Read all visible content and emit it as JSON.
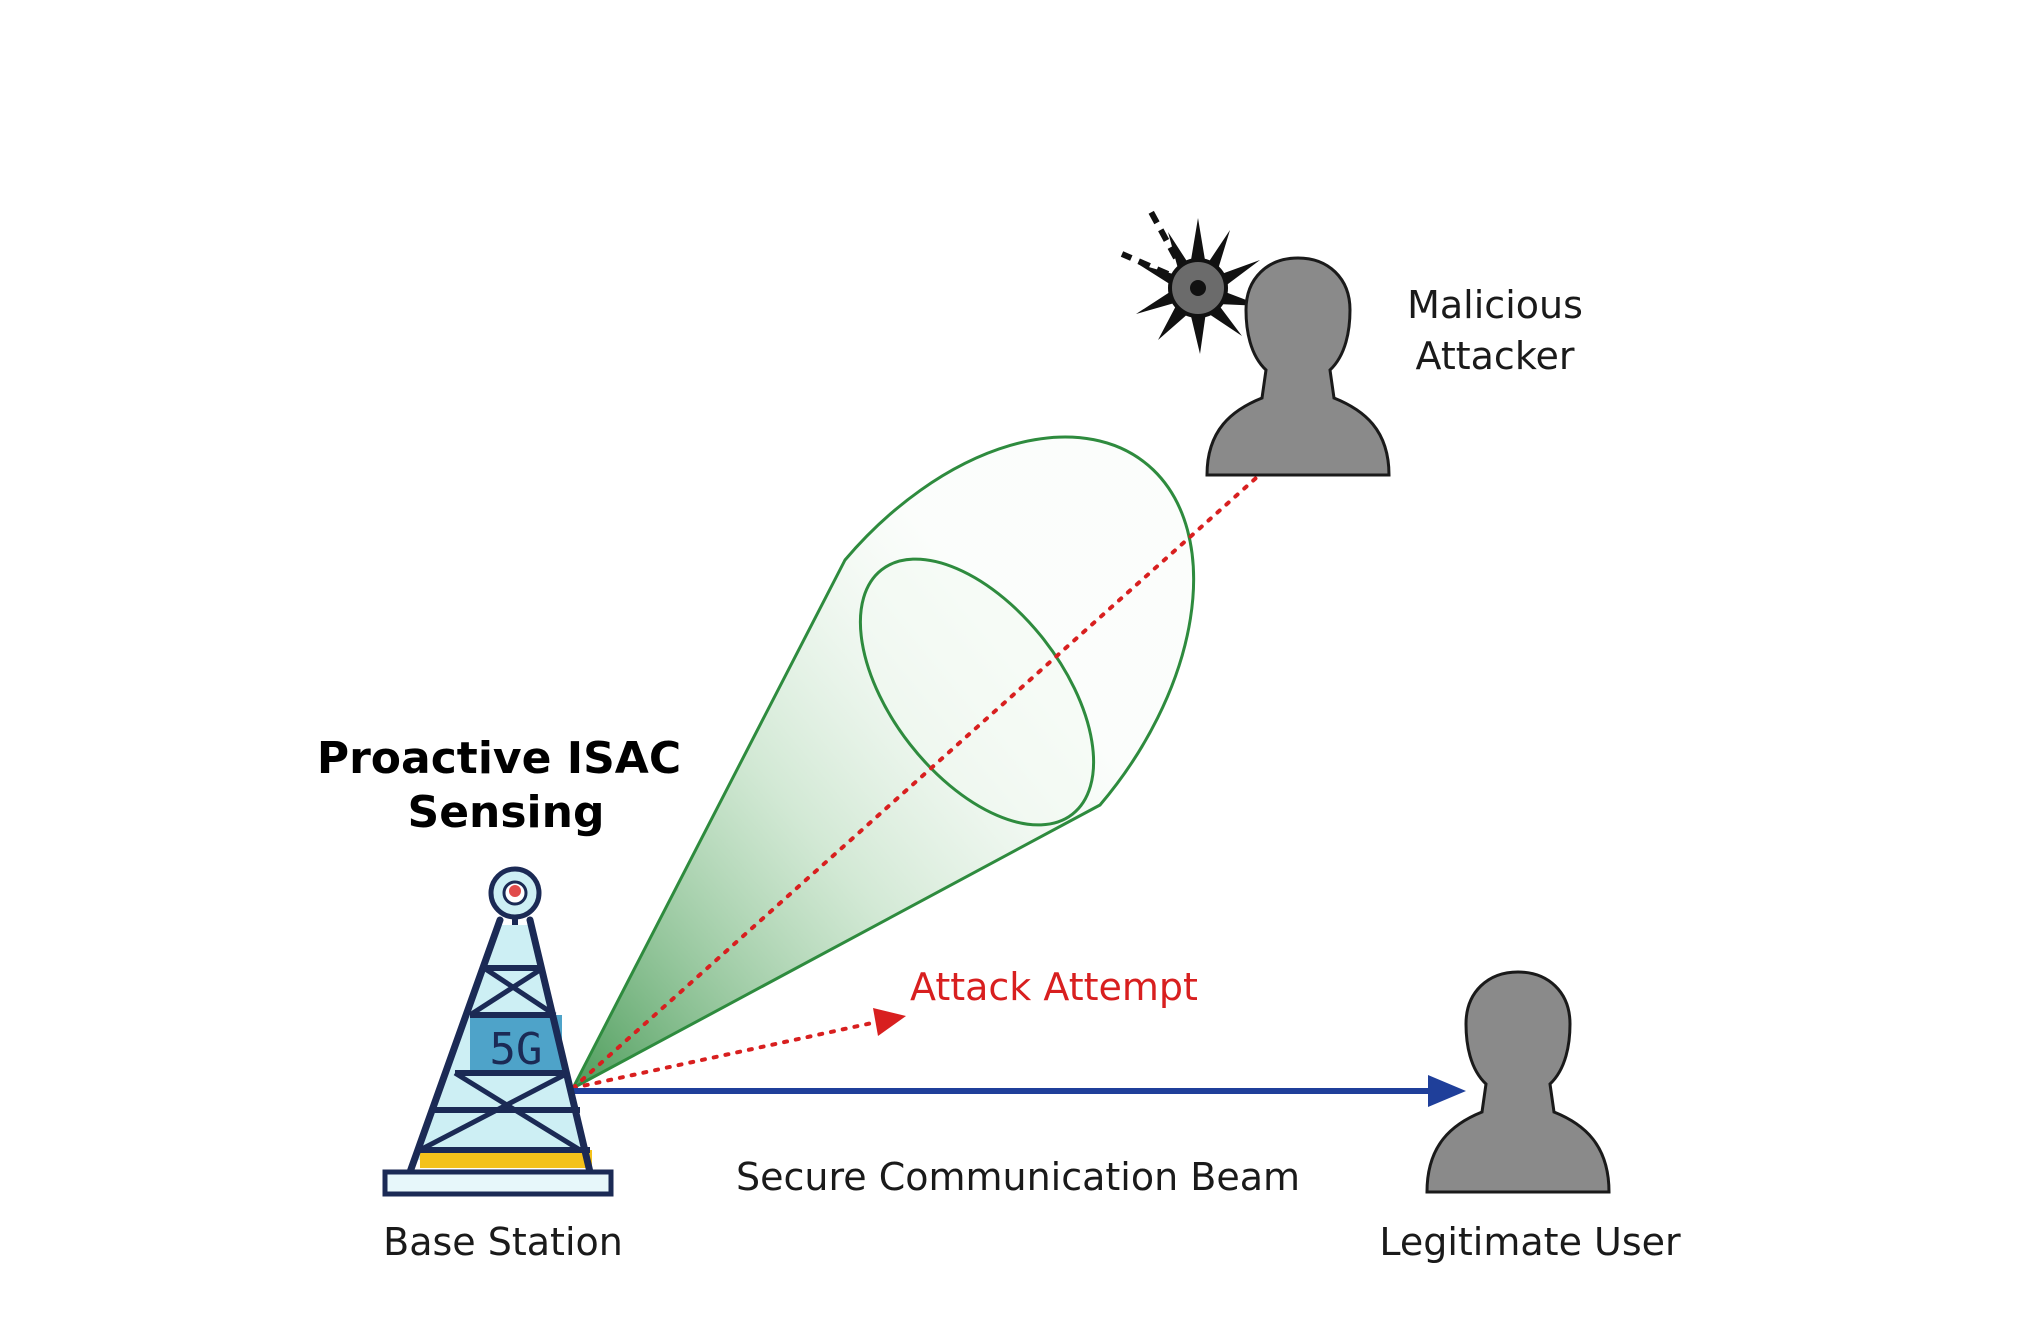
{
  "labels": {
    "sensing_line1": "Proactive ISAC",
    "sensing_line2": "Sensing",
    "base_station": "Base Station",
    "attacker_line1": "Malicious",
    "attacker_line2": "Attacker",
    "attack_attempt": "Attack Attempt",
    "secure_beam": "Secure Communication Beam",
    "legitimate_user": "Legitimate User",
    "tower_badge": "5G"
  },
  "icons": {
    "tower": "cell-tower-icon",
    "attacker": "person-silhouette-icon",
    "user": "person-silhouette-icon",
    "jammer": "starburst-icon"
  },
  "colors": {
    "sensing_cone": "#2e8b3e",
    "attack_line": "#d81f1f",
    "secure_beam": "#1f3f9a",
    "person": "#8a8a8a",
    "tower_outline": "#1b2a55",
    "tower_fill": "#cdeff4",
    "tower_badge": "#4ea3c9",
    "tower_base_accent": "#f4c21a"
  }
}
